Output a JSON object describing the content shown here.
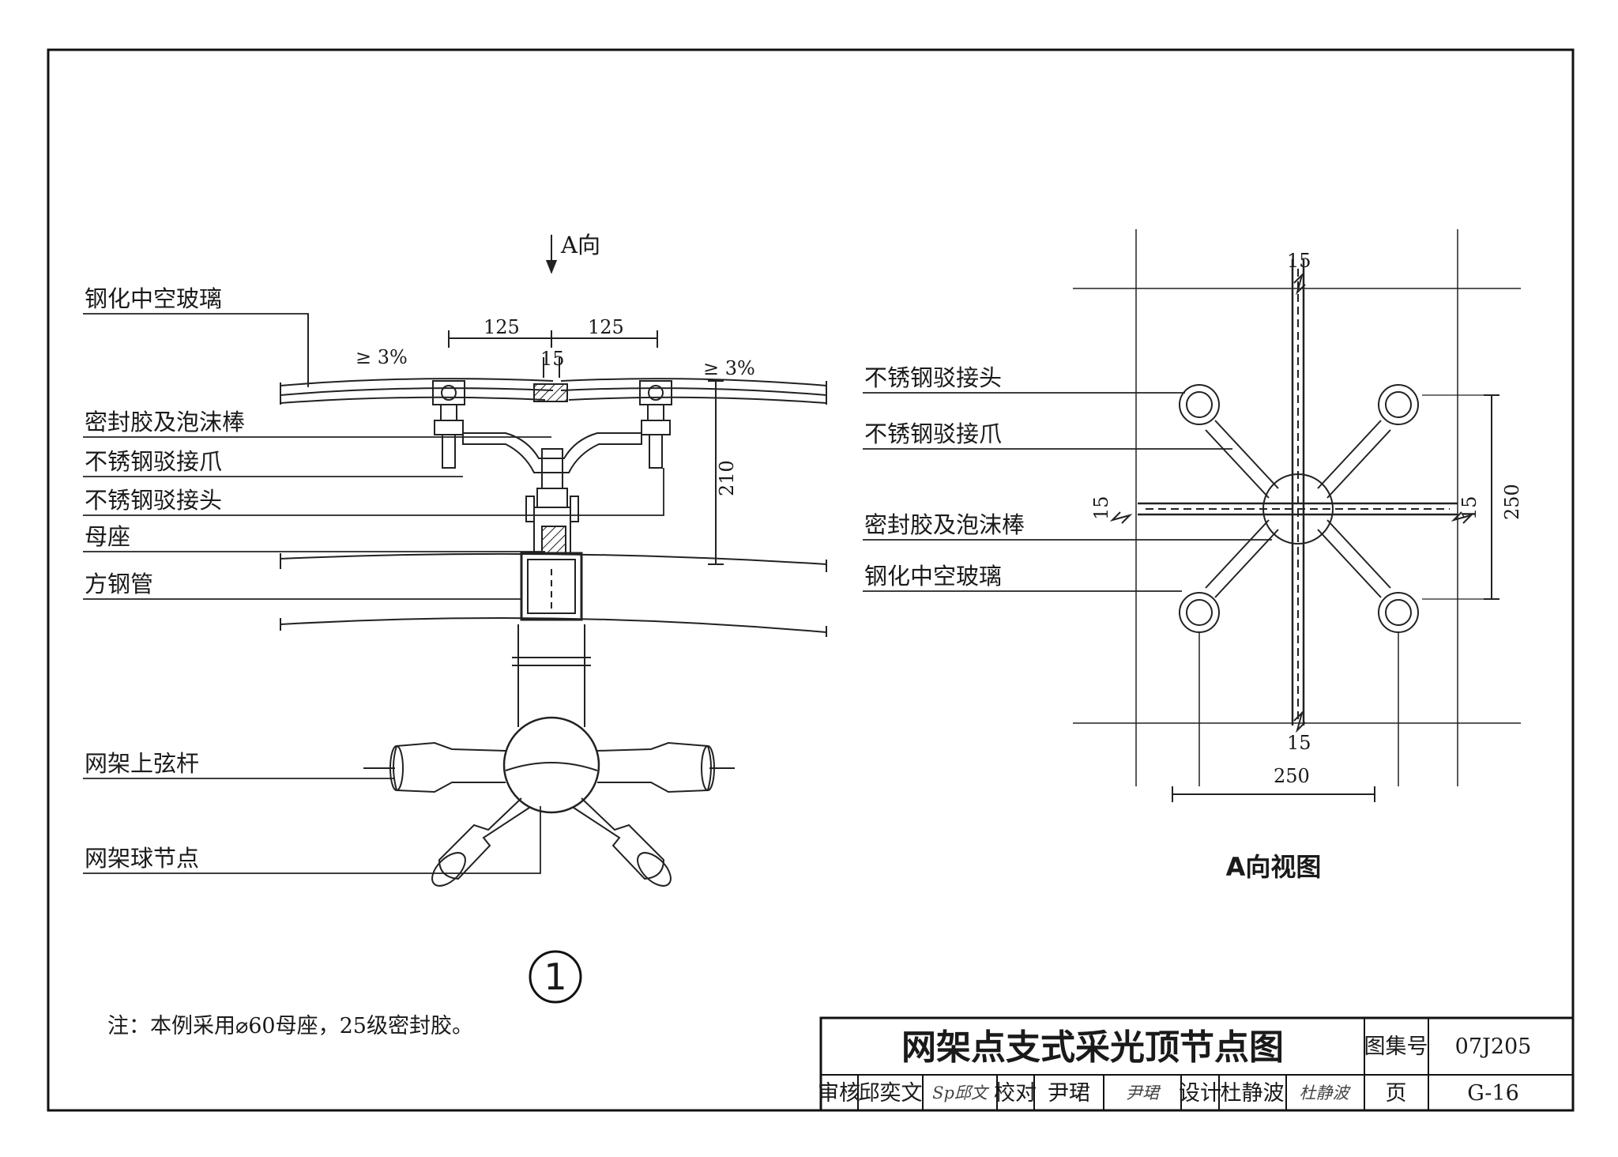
{
  "section": {
    "direction_arrow": "A向",
    "labels": [
      "钢化中空玻璃",
      "密封胶及泡沫棒",
      "不锈钢驳接爪",
      "不锈钢驳接头",
      "母座",
      "方钢管",
      "网架上弦杆",
      "网架球节点"
    ],
    "slope_left": "≥ 3%",
    "slope_right": "≥ 3%",
    "dim_left": "125",
    "dim_right": "125",
    "dim_gap": "15",
    "dim_height": "210",
    "detail_number": "1"
  },
  "view_a": {
    "title": "A向视图",
    "labels": [
      "不锈钢驳接头",
      "不锈钢驳接爪",
      "密封胶及泡沫棒",
      "钢化中空玻璃"
    ],
    "dim_top": "15",
    "dim_bottom": "15",
    "dim_left": "15",
    "dim_right": "15",
    "dim_width": "250",
    "dim_height": "250"
  },
  "note": "注：本例采用⌀60母座，25级密封胶。",
  "title_block": {
    "title": "网架点支式采光顶节点图",
    "atlas_label": "图集号",
    "atlas_value": "07J205",
    "page_label": "页",
    "page_value": "G-16",
    "review_label": "审核",
    "review_name": "邱奕文",
    "review_sig": "Sp邱文",
    "check_label": "校对",
    "check_name": "尹珺",
    "check_sig": "尹珺",
    "design_label": "设计",
    "design_name": "杜静波",
    "design_sig": "杜静波"
  }
}
